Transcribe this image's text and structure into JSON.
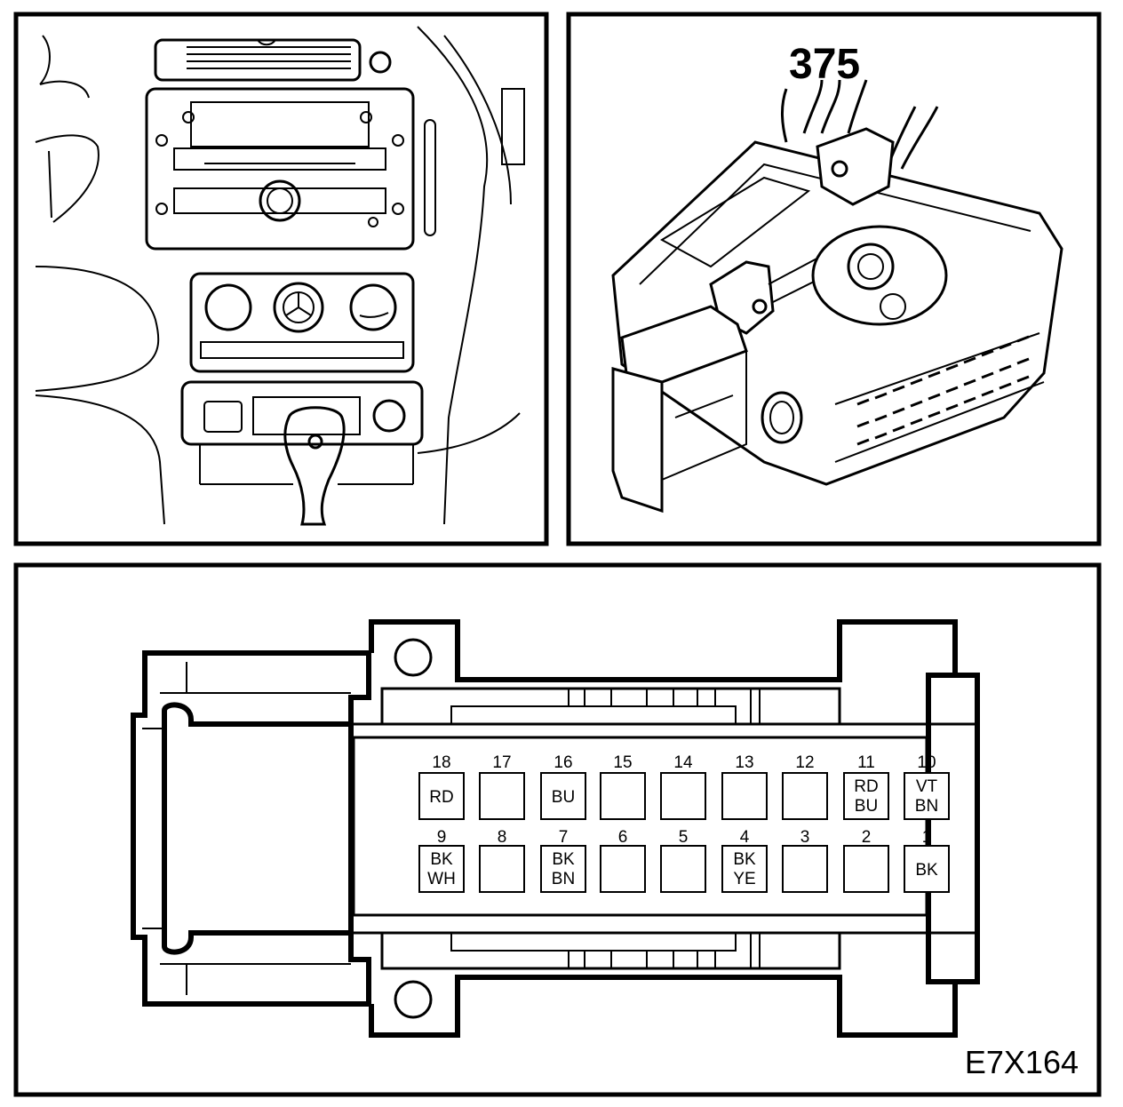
{
  "figure": {
    "component_number": "375",
    "figure_id": "E7X164"
  },
  "pins_top": [
    {
      "num": "18",
      "codes": [
        "RD"
      ]
    },
    {
      "num": "17",
      "codes": []
    },
    {
      "num": "16",
      "codes": [
        "BU"
      ]
    },
    {
      "num": "15",
      "codes": []
    },
    {
      "num": "14",
      "codes": []
    },
    {
      "num": "13",
      "codes": []
    },
    {
      "num": "12",
      "codes": []
    },
    {
      "num": "11",
      "codes": [
        "RD",
        "BU"
      ]
    },
    {
      "num": "10",
      "codes": [
        "VT",
        "BN"
      ]
    }
  ],
  "pins_bottom": [
    {
      "num": "9",
      "codes": [
        "BK",
        "WH"
      ]
    },
    {
      "num": "8",
      "codes": []
    },
    {
      "num": "7",
      "codes": [
        "BK",
        "BN"
      ]
    },
    {
      "num": "6",
      "codes": []
    },
    {
      "num": "5",
      "codes": []
    },
    {
      "num": "4",
      "codes": [
        "BK",
        "YE"
      ]
    },
    {
      "num": "3",
      "codes": []
    },
    {
      "num": "2",
      "codes": []
    },
    {
      "num": "1",
      "codes": [
        "BK"
      ]
    }
  ]
}
